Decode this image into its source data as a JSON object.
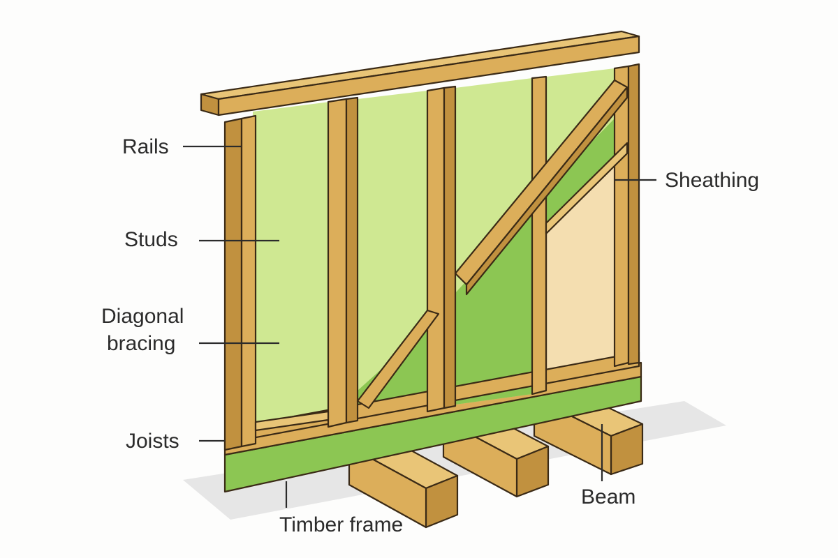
{
  "labels": {
    "rails": "Rails",
    "studs": "Studs",
    "diagonal_bracing_line1": "Diagonal",
    "diagonal_bracing_line2": "bracing",
    "joists": "Joists",
    "sheathing": "Sheathing",
    "beam": "Beam",
    "timber_frame": "Timber frame"
  },
  "colors": {
    "timber": "#dcae5a",
    "timber_dark": "#c1913f",
    "timber_top": "#e9c577",
    "infill_light": "#cfe892",
    "infill_dark": "#8cc653",
    "sheathing": "#f4deb0",
    "shadow": "#e6e6e6",
    "outline": "#3a2a16"
  }
}
